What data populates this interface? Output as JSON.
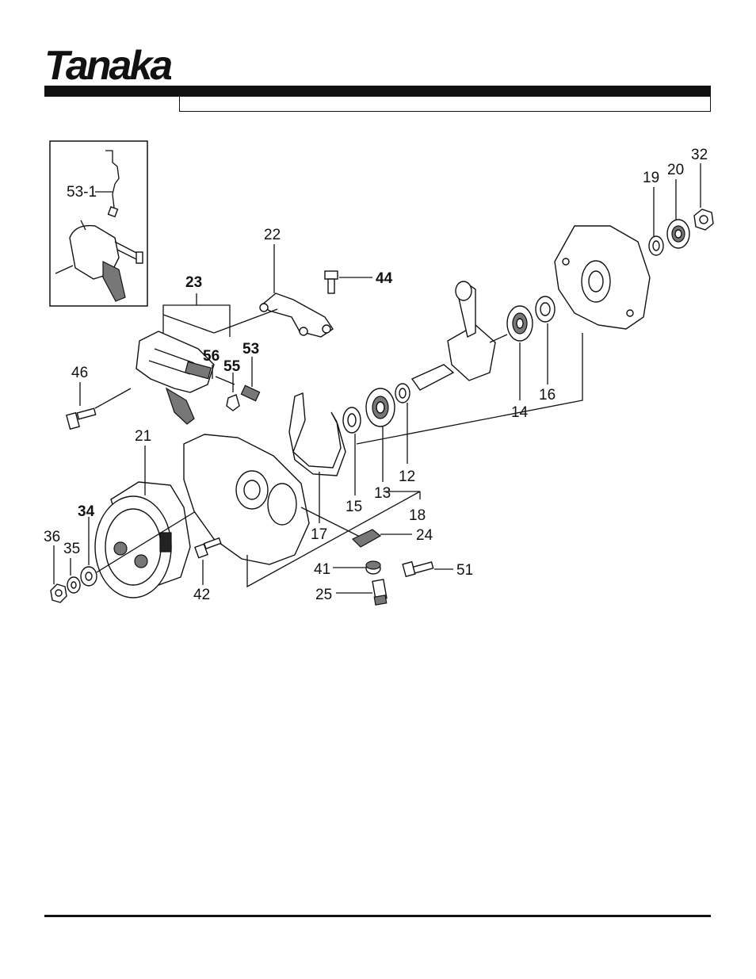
{
  "brand": {
    "logo_text": "Tanaka",
    "registered_mark": "®"
  },
  "diagram": {
    "part_labels": {
      "p53_1": "53-1",
      "p22": "22",
      "p44": "44",
      "p23": "23",
      "p56": "56",
      "p55": "55",
      "p53": "53",
      "p46": "46",
      "p21": "21",
      "p34": "34",
      "p35": "35",
      "p36": "36",
      "p42": "42",
      "p17": "17",
      "p15": "15",
      "p13": "13",
      "p12": "12",
      "p18": "18",
      "p24": "24",
      "p41": "41",
      "p25": "25",
      "p51": "51",
      "p14": "14",
      "p16": "16",
      "p19": "19",
      "p20": "20",
      "p32": "32"
    }
  }
}
